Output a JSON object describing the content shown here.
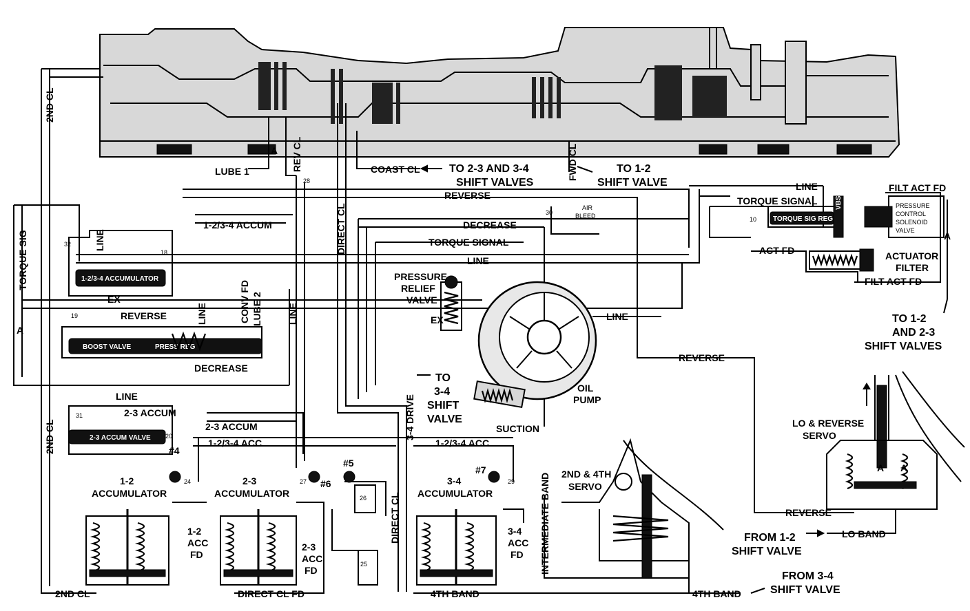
{
  "labels": {
    "second_cl_top": "2ND CL",
    "second_cl_left": "2ND CL",
    "second_cl_bottom": "2ND CL",
    "torque_sig_left": "TORQUE SIG",
    "lube1": "LUBE 1",
    "rev_cl": "REV CL",
    "direct_cl_vert": "DIRECT CL",
    "coast_cl": "COAST CL",
    "to_23_34_a": "TO 2-3 AND 3-4",
    "to_23_34_b": "SHIFT VALVES",
    "fwd_cl": "FWD CL",
    "to_12_a": "TO 1-2",
    "to_12_b": "SHIFT VALVE",
    "reverse_top": "REVERSE",
    "line_a": "LINE",
    "accum_1234": "1-2/3-4 ACCUM",
    "decrease_top": "DECREASE",
    "torque_signal_mid": "TORQUE SIGNAL",
    "line_b": "LINE",
    "pressure_relief_a": "PRESSURE",
    "pressure_relief_b": "RELIEF",
    "pressure_relief_c": "VALVE",
    "ex": "EX",
    "reverse_mid": "REVERSE",
    "line_c": "LINE",
    "conv_fd": "CONV FD",
    "lube2": "LUBE 2",
    "line_d": "LINE",
    "decrease_low": "DECREASE",
    "line_e": "LINE",
    "accum_23_a": "2-3 ACCUM",
    "accum_23_b": "2-3 ACCUM",
    "acc_1234": "1-2/3-4 ACC",
    "acc_1234_b": "1-2/3-4 ACC",
    "drive_34": "3-4 DRIVE",
    "to_34_a": "TO",
    "to_34_b": "3-4",
    "to_34_c": "SHIFT",
    "to_34_d": "VALVE",
    "suction": "SUCTION",
    "oil_pump_a": "OIL",
    "oil_pump_b": "PUMP",
    "line_f": "LINE",
    "reverse_right": "REVERSE",
    "reverse_low": "REVERSE",
    "line_top_right": "LINE",
    "torque_signal_right": "TORQUE SIGNAL",
    "filt_act_fd_top": "FILT ACT FD",
    "pcs_a": "PRESSURE",
    "pcs_b": "CONTROL",
    "pcs_c": "SOLENOID",
    "pcs_d": "VALVE",
    "act_fd": "ACT FD",
    "actuator_a": "ACTUATOR",
    "actuator_b": "FILTER",
    "filt_act_fd_low": "FILT ACT FD",
    "air_bleed_a": "AIR",
    "air_bleed_b": "BLEED",
    "to_12_23_a": "TO 1-2",
    "to_12_23_b": "AND 2-3",
    "to_12_23_c": "SHIFT VALVES",
    "lo_rev_a": "LO & REVERSE",
    "lo_rev_b": "SERVO",
    "servo_24_a": "2ND & 4TH",
    "servo_24_b": "SERVO",
    "intermediate_band": "INTERMEDIATE BAND",
    "from_12_a": "FROM 1-2",
    "from_12_b": "SHIFT VALVE",
    "lo_band": "LO BAND",
    "from_34_a": "FROM 3-4",
    "from_34_b": "SHIFT VALVE",
    "fourth_band_a": "4TH BAND",
    "fourth_band_b": "4TH BAND",
    "direct_cl_fd": "DIRECT CL FD",
    "direct_cl_low": "DIRECT CL",
    "acc12_a": "1-2",
    "acc12_b": "ACCUMULATOR",
    "acc23_a": "2-3",
    "acc23_b": "ACCUMULATOR",
    "acc34_a": "3-4",
    "acc34_b": "ACCUMULATOR",
    "fd12_a": "1-2",
    "fd12_b": "ACC",
    "fd12_c": "FD",
    "fd23_a": "2-3",
    "fd23_b": "ACC",
    "fd23_c": "FD",
    "fd34_a": "3-4",
    "fd34_b": "ACC",
    "fd34_c": "FD",
    "ball4": "#4",
    "ball5": "#5",
    "ball6": "#6",
    "ball7": "#7",
    "a": "A"
  },
  "valve_labels": {
    "accumulator_valve": "1-2/3-4 ACCUMULATOR",
    "boost_valve": "BOOST VALVE",
    "press_reg": "PRESS REG",
    "accum_23_valve": "2-3 ACCUM VALVE",
    "torque_sig_reg": "TORQUE SIG REG",
    "vbs_sig": "VBS SIG"
  },
  "numbers": {
    "n32": "32",
    "n18": "18",
    "n19": "19",
    "n28": "28",
    "n31": "31",
    "n20": "20",
    "n24": "24",
    "n27": "27",
    "n26": "26",
    "n25": "25",
    "n29": "29",
    "n30": "30",
    "n10": "10"
  }
}
